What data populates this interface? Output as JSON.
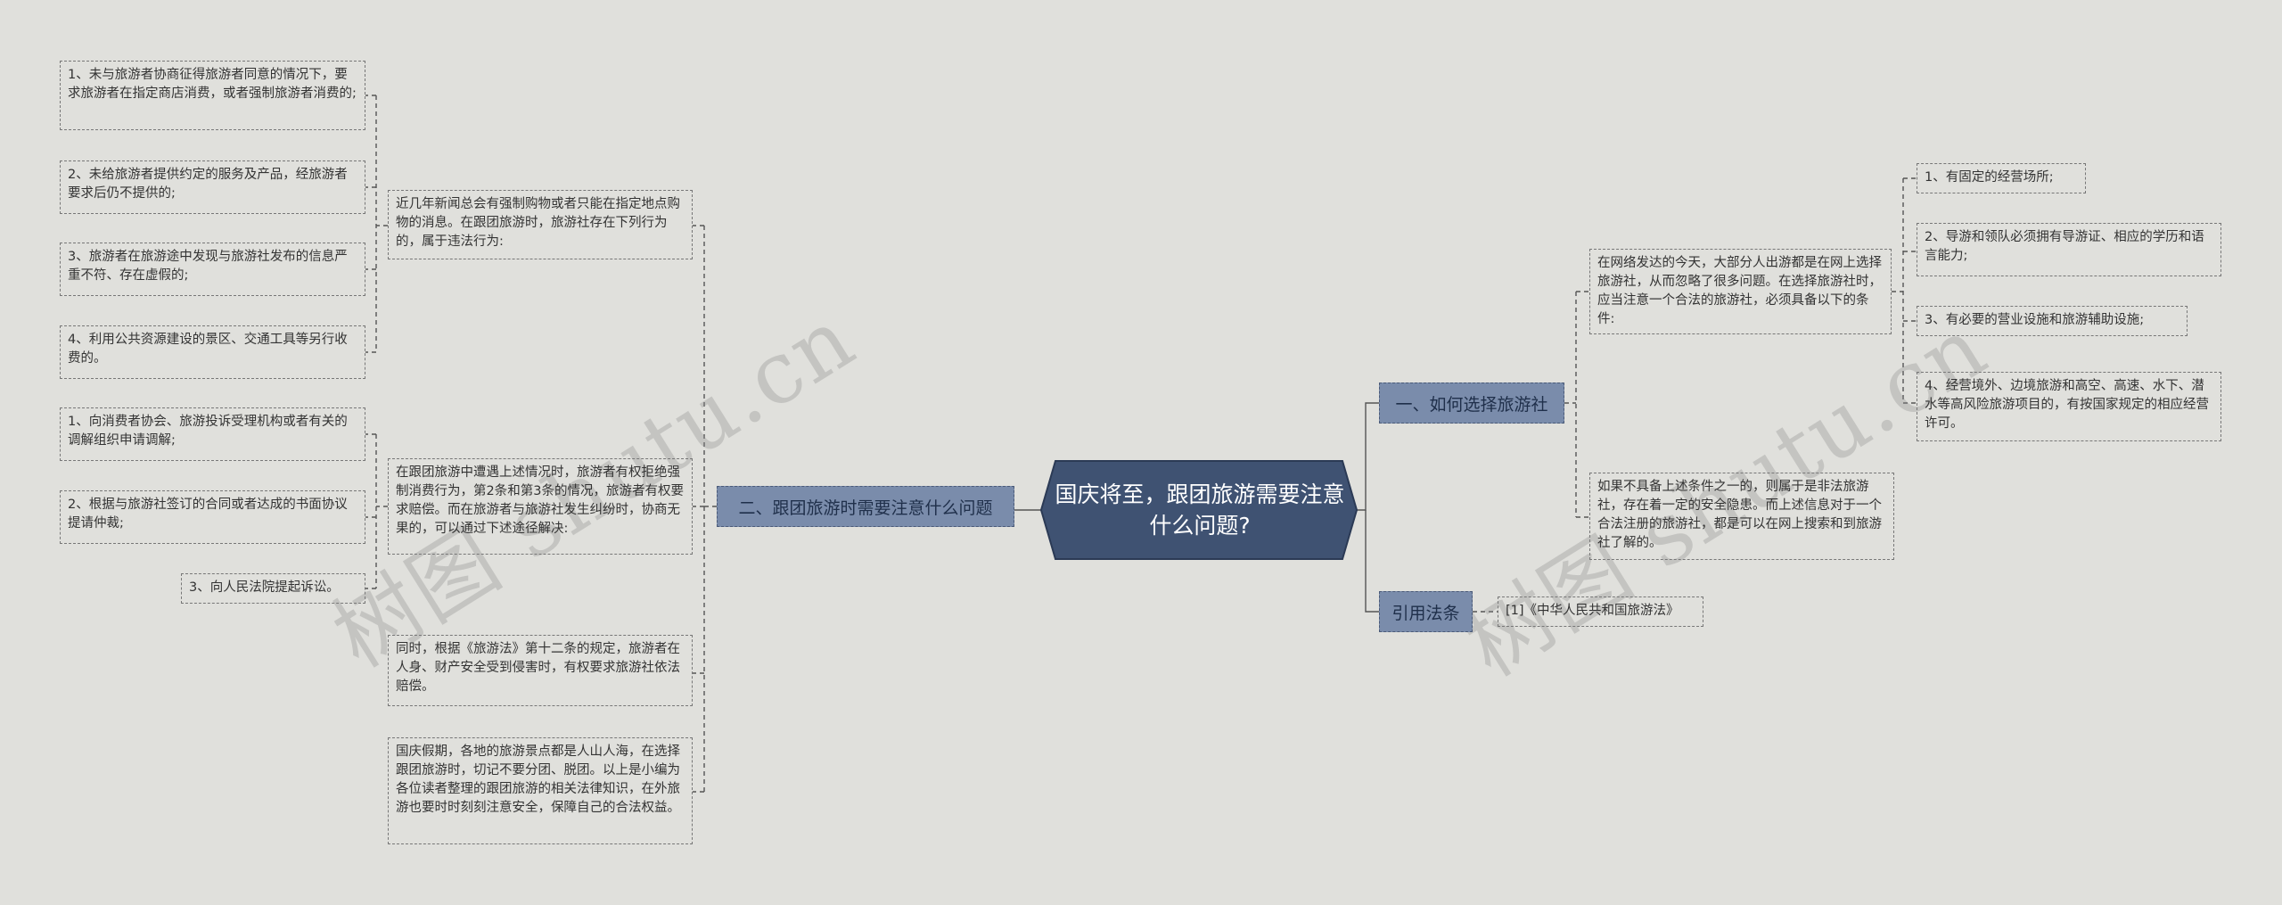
{
  "root": {
    "title": "国庆将至，跟团旅游需要注意什么问题?"
  },
  "branches": {
    "choose": "一、如何选择旅游社",
    "law": "引用法条",
    "notes": "二、跟团旅游时需要注意什么问题"
  },
  "choose": {
    "intro": "在网络发达的今天，大部分人出游都是在网上选择旅游社，从而忽略了很多问题。在选择旅游社时，应当注意一个合法的旅游社，必须具备以下的条件:",
    "conditions": [
      "1、有固定的经营场所;",
      "2、导游和领队必须拥有导游证、相应的学历和语言能力;",
      "3、有必要的营业设施和旅游辅助设施;",
      "4、经营境外、边境旅游和高空、高速、水下、潜水等高风险旅游项目的，有按国家规定的相应经营许可。"
    ],
    "warning": "如果不具备上述条件之一的，则属于是非法旅游社，存在着一定的安全隐患。而上述信息对于一个合法注册的旅游社，都是可以在网上搜索和到旅游社了解的。"
  },
  "law": {
    "ref": "[1]《中华人民共和国旅游法》"
  },
  "notes": {
    "shopping": "近几年新闻总会有强制购物或者只能在指定地点购物的消息。在跟团旅游时，旅游社存在下列行为的，属于违法行为:",
    "violations": [
      "1、未与旅游者协商征得旅游者同意的情况下，要求旅游者在指定商店消费，或者强制旅游者消费的;",
      "2、未给旅游者提供约定的服务及产品，经旅游者要求后仍不提供的;",
      "3、旅游者在旅游途中发现与旅游社发布的信息严重不符、存在虚假的;",
      "4、利用公共资源建设的景区、交通工具等另行收费的。"
    ],
    "dispute": "在跟团旅游中遭遇上述情况时，旅游者有权拒绝强制消费行为，第2条和第3条的情况，旅游者有权要求赔偿。而在旅游者与旅游社发生纠纷时，协商无果的，可以通过下述途径解决:",
    "remedies": [
      "1、向消费者协会、旅游投诉受理机构或者有关的调解组织申请调解;",
      "2、根据与旅游社签订的合同或者达成的书面协议提请仲裁;",
      "3、向人民法院提起诉讼。"
    ],
    "safety": "同时，根据《旅游法》第十二条的规定，旅游者在人身、财产安全受到侵害时，有权要求旅游社依法赔偿。",
    "summary": "国庆假期，各地的旅游景点都是人山人海，在选择跟团旅游时，切记不要分团、脱团。以上是小编为各位读者整理的跟团旅游的相关法律知识，在外旅游也要时时刻刻注意安全，保障自己的合法权益。"
  },
  "watermarks": [
    "树图 shutu.cn",
    "树图 shutu.cn"
  ],
  "colors": {
    "background": "#e0e0dc",
    "root": "#3f5272",
    "branch": "#7a8cab",
    "line": "#555555"
  }
}
